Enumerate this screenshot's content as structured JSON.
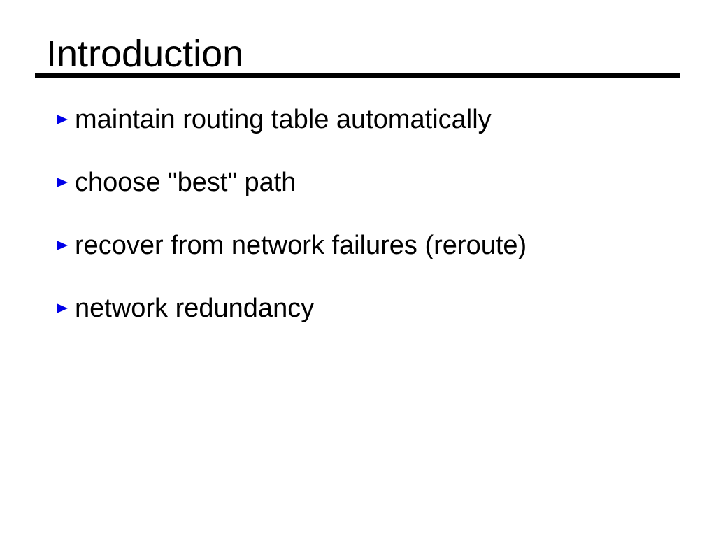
{
  "slide": {
    "title": "Introduction",
    "bullets": [
      {
        "text": "maintain routing table automatically"
      },
      {
        "text": "choose \"best\" path"
      },
      {
        "text": "recover from network failures (reroute)"
      },
      {
        "text": "network redundancy"
      }
    ],
    "icons": {
      "bullet": "triangle-right-icon"
    },
    "colors": {
      "background": "#ffffff",
      "text": "#000000",
      "rule": "#000000",
      "bullet": "#0000e8"
    }
  }
}
